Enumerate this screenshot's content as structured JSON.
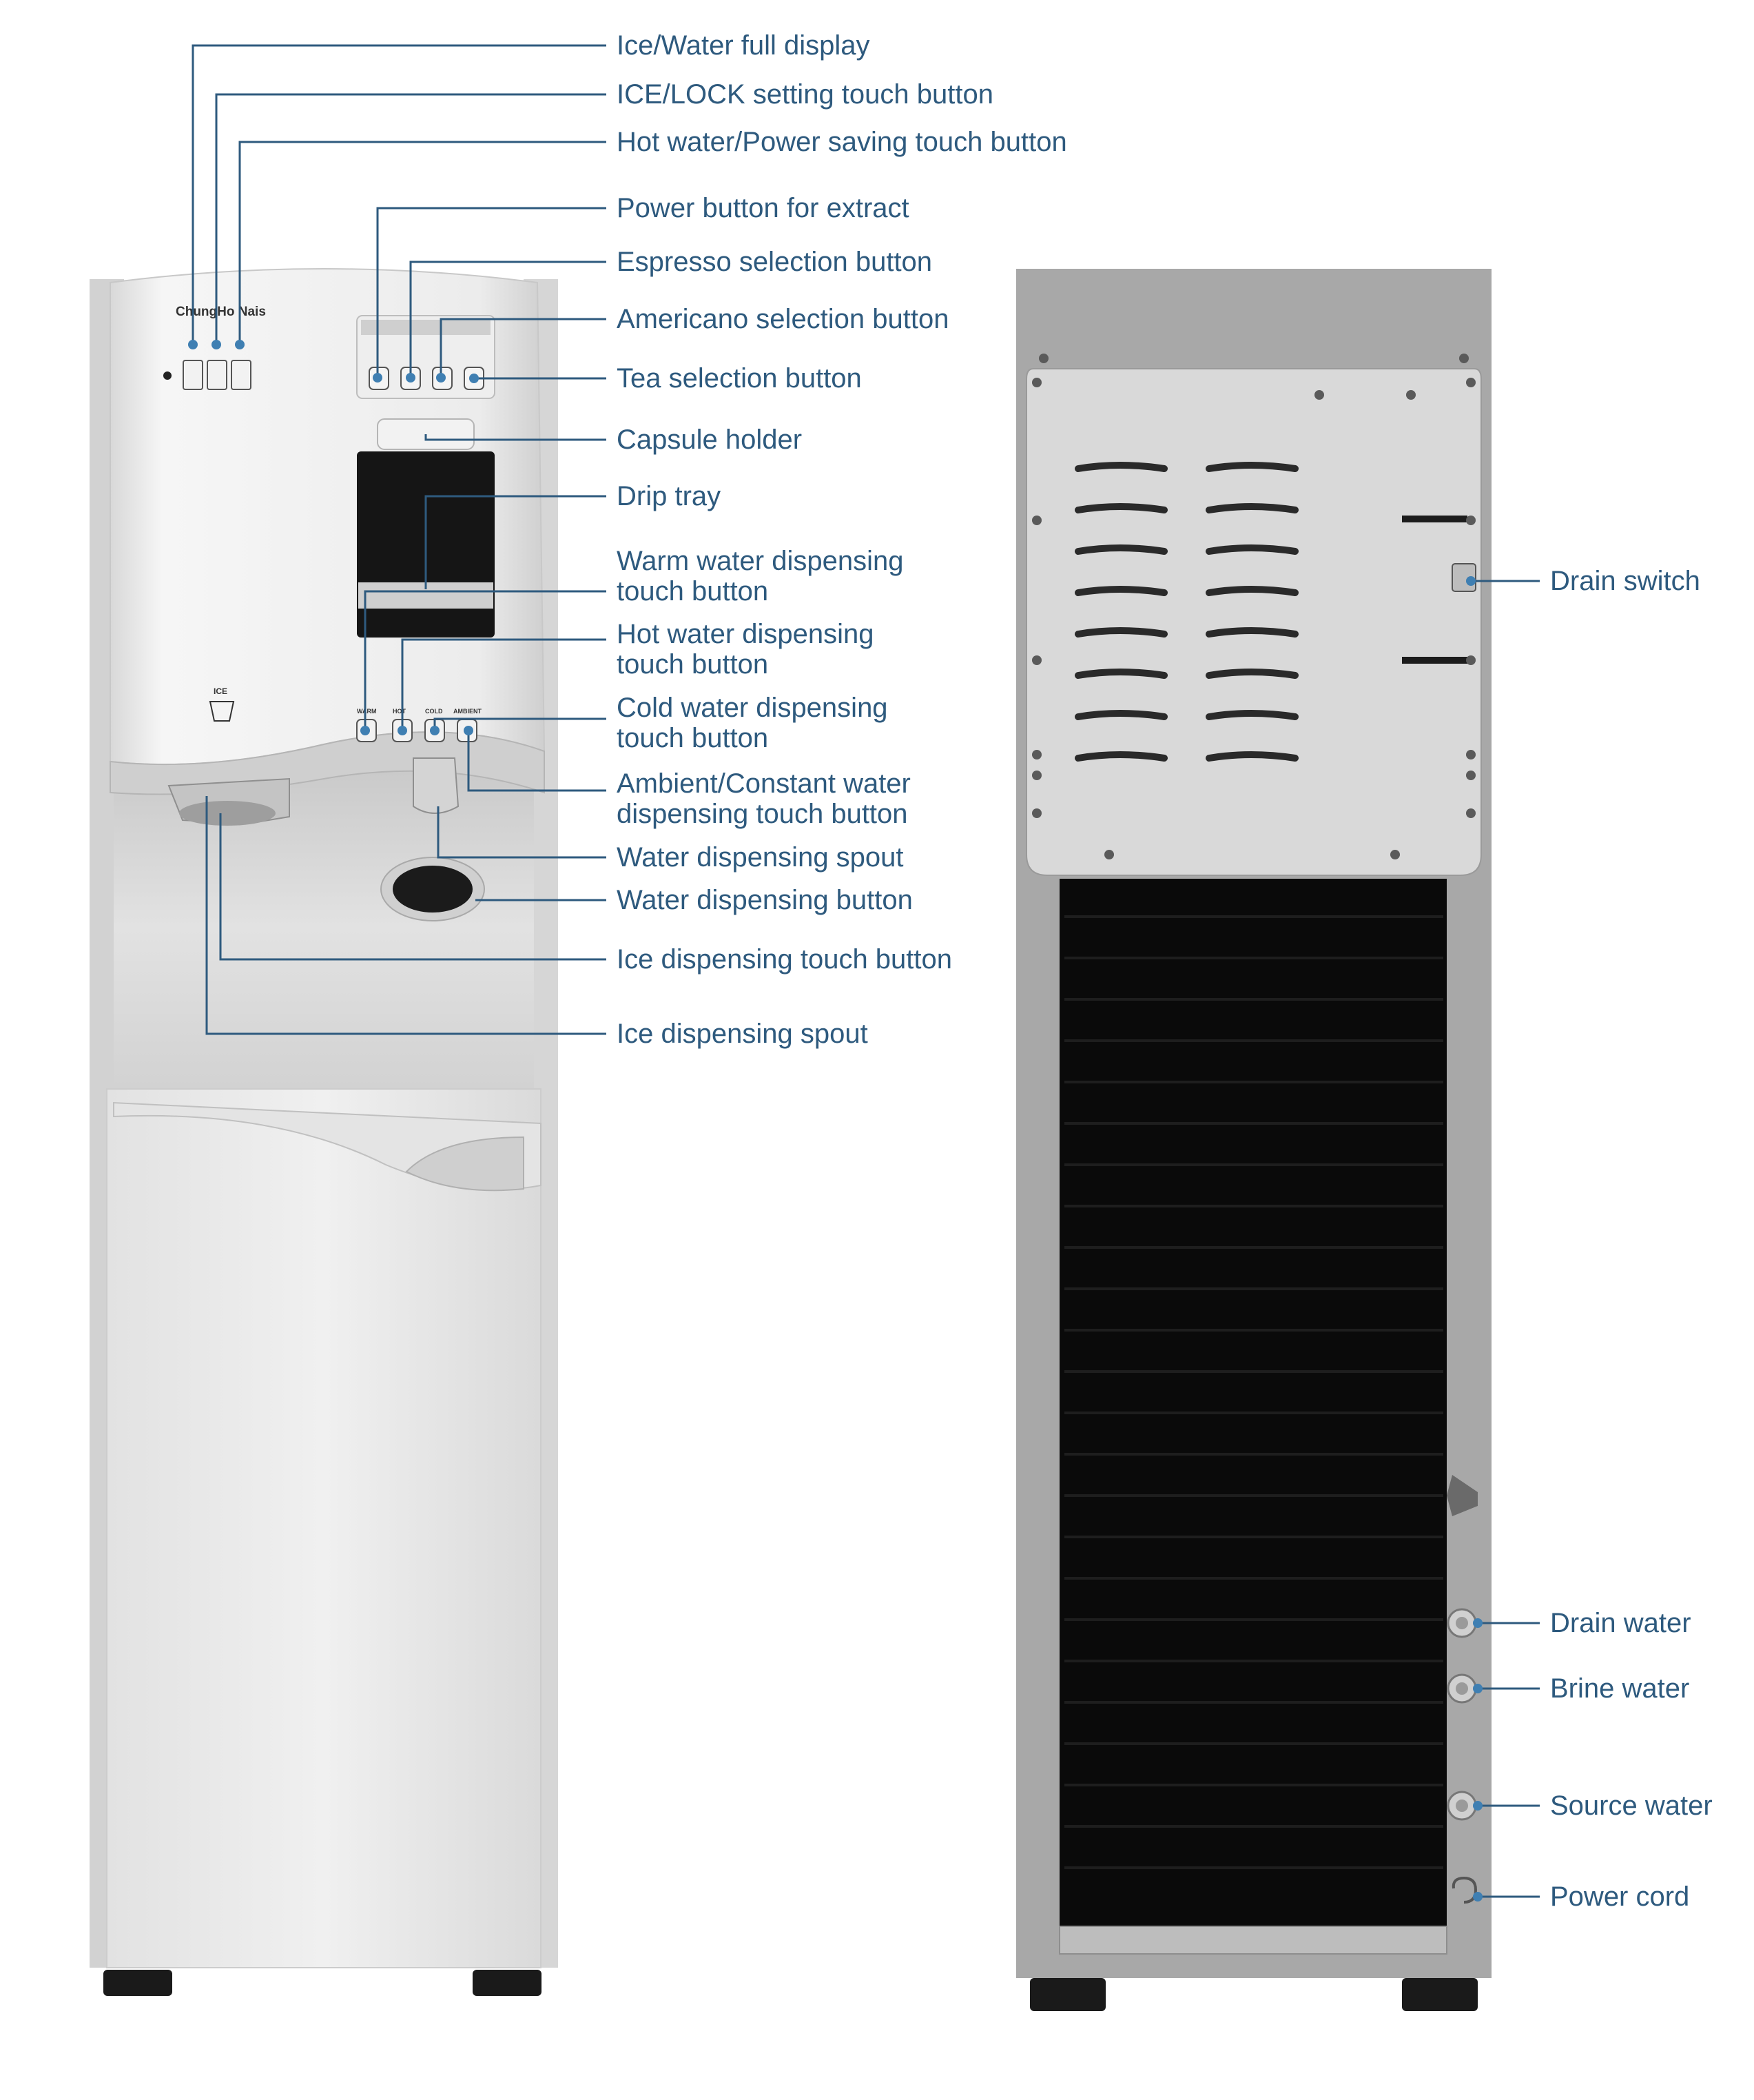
{
  "colors": {
    "callout": "#2e5a7e",
    "label": "#2e5a7e",
    "dot": "#3f7fb2",
    "machine_body": "#e9e9e9",
    "back_panel": "#d9d9d9",
    "back_frame": "#a8a8a8",
    "dark_interior": "#0a0a0a"
  },
  "front": {
    "brand": "ChungHo Nais",
    "ice_text": "ICE",
    "bottom_button_labels": [
      "WARM",
      "HOT",
      "COLD",
      "AMBIENT"
    ]
  },
  "front_labels": [
    "Ice/Water full display",
    "ICE/LOCK setting touch button",
    "Hot water/Power saving touch button",
    "Power button for extract",
    "Espresso selection button",
    "Americano selection button",
    "Tea selection button",
    "Capsule holder",
    "Drip tray",
    "Warm water dispensing\ntouch button",
    "Hot water dispensing\ntouch button",
    "Cold water dispensing\ntouch button",
    "Ambient/Constant water\ndispensing touch button",
    "Water dispensing spout",
    "Water dispensing button",
    "Ice dispensing touch button",
    "Ice dispensing spout"
  ],
  "back_labels": [
    "Drain switch",
    "Drain water",
    "Brine water",
    "Source water",
    "Power cord"
  ],
  "icons": {
    "front_buttons": "touch-button-icon",
    "back_ports": "hose-port-icon",
    "power": "power-cord-icon"
  }
}
